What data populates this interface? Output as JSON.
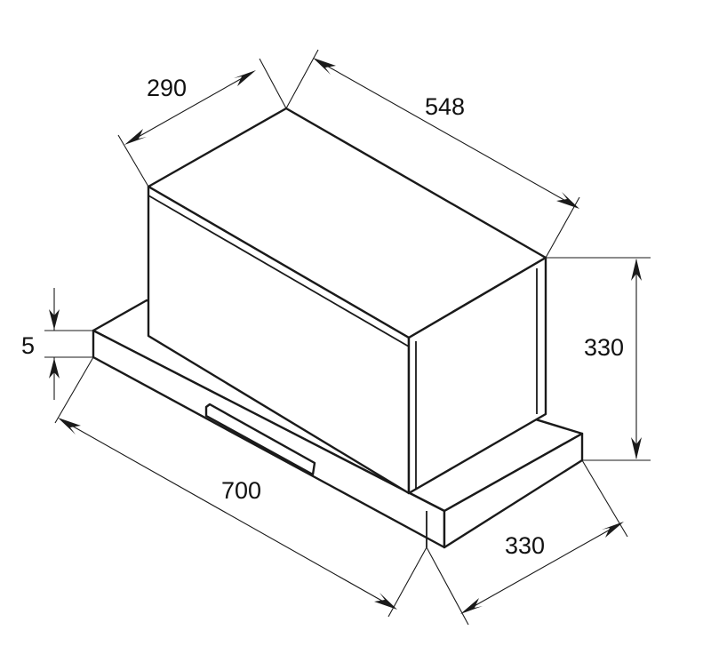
{
  "dimensions": {
    "depth_top": "290",
    "length_top": "548",
    "height_body": "330",
    "panel_thickness": "5",
    "width_front": "700",
    "depth_bottom": "330"
  },
  "colors": {
    "line": "#1a1a1a",
    "background": "#ffffff"
  }
}
